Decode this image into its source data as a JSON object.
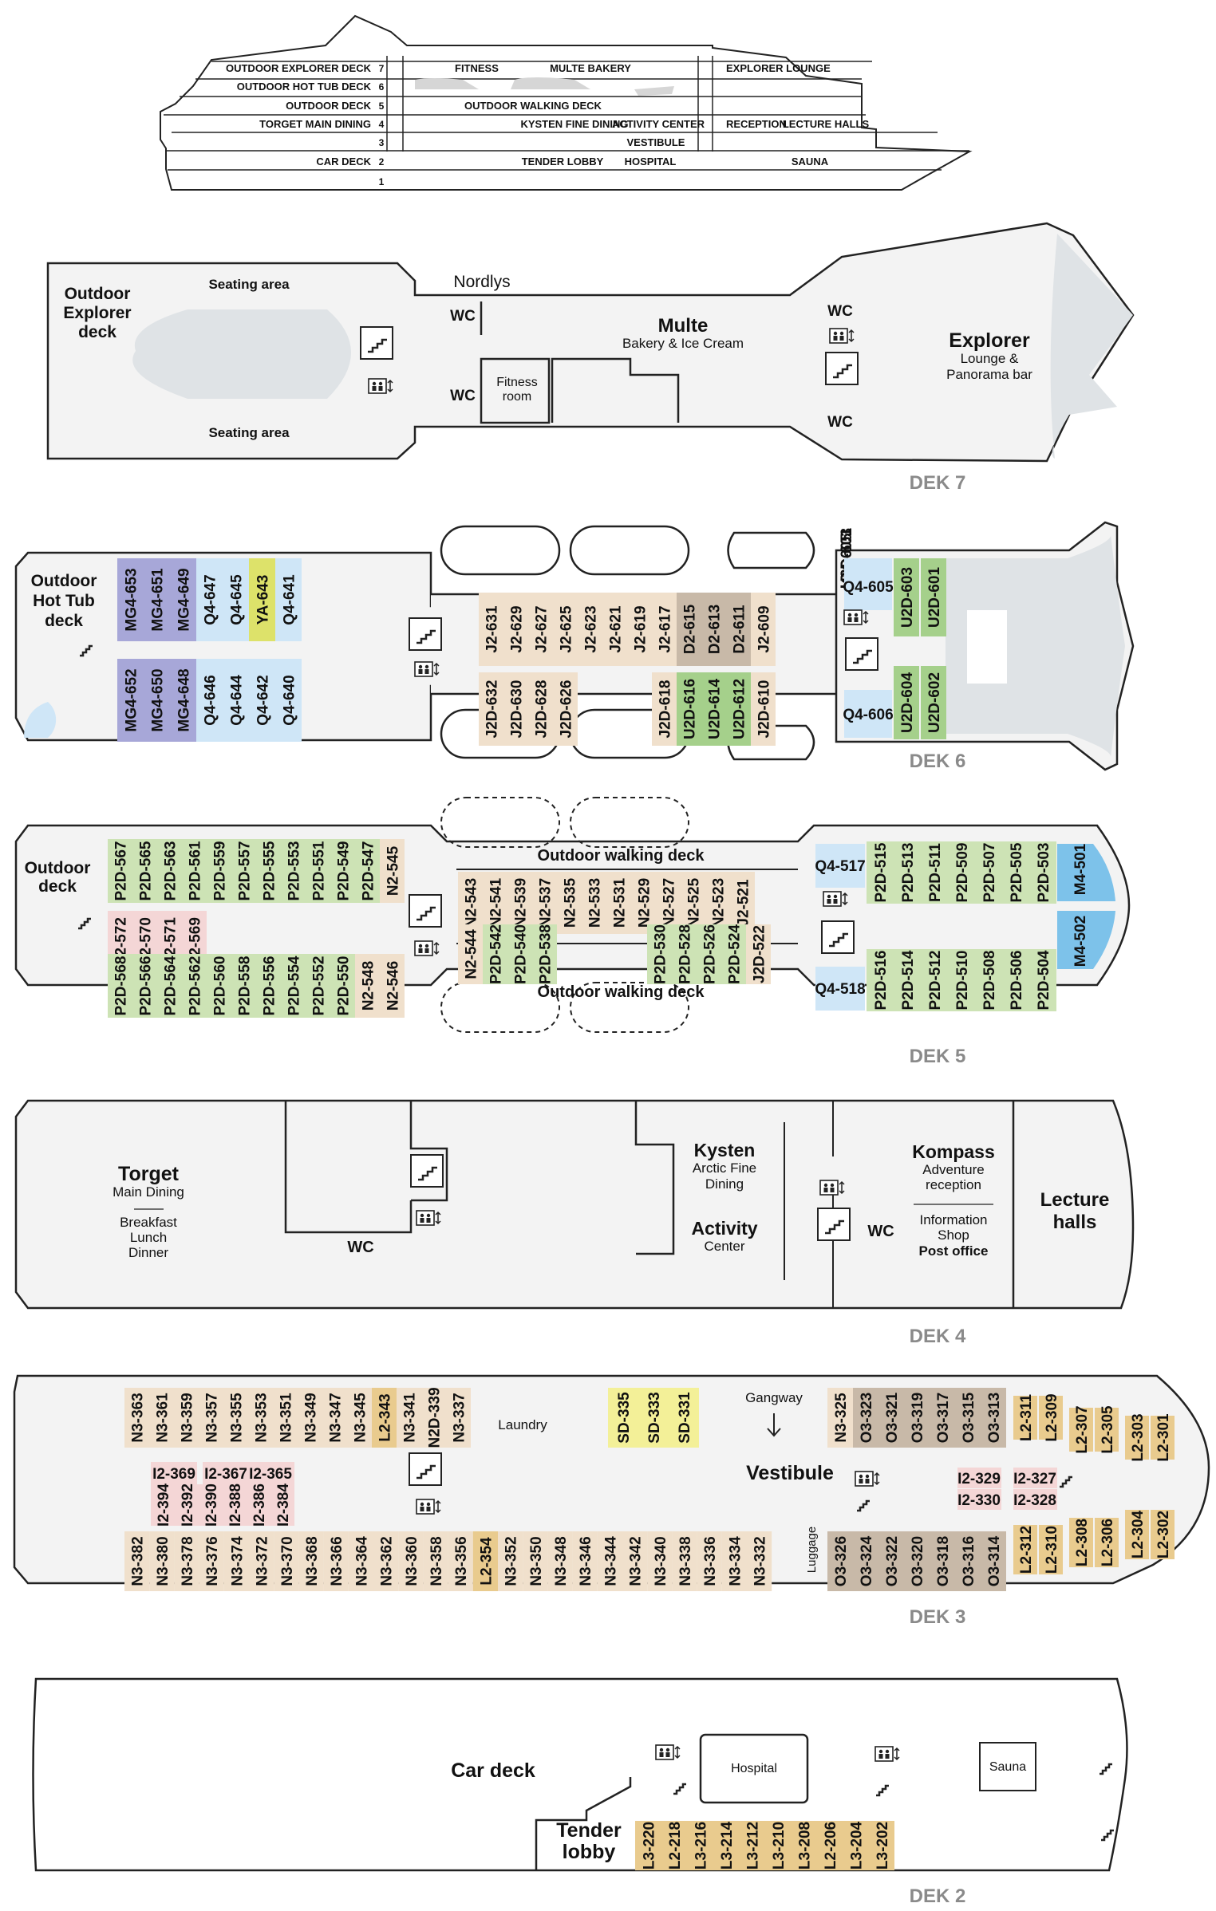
{
  "colors": {
    "ship_fill": "#f3f3f3",
    "ship_stroke": "#222222",
    "blue": "#cfe6f7",
    "blue_dark": "#7dc2ea",
    "purple": "#a7a7d8",
    "green": "#cde3b5",
    "green_dark": "#a5d08b",
    "pink": "#f4d6d6",
    "tan": "#f0e0cc",
    "yellow": "#f3f098",
    "lime": "#dde26a",
    "orange": "#e9cb8e",
    "brown": "#c8b9a8",
    "label_grey": "#8a8a8a"
  },
  "profile": {
    "decks": [
      {
        "number": "7",
        "left": "OUTDOOR EXPLORER DECK",
        "mid": [
          "FITNESS",
          "MULTE BAKERY"
        ],
        "right": [
          "EXPLORER LOUNGE"
        ]
      },
      {
        "number": "6",
        "left": "OUTDOOR HOT TUB DECK",
        "mid": [],
        "right": []
      },
      {
        "number": "5",
        "left": "OUTDOOR DECK",
        "mid": [
          "OUTDOOR WALKING DECK"
        ],
        "right": []
      },
      {
        "number": "4",
        "left": "TORGET MAIN DINING",
        "mid": [
          "KYSTEN FINE DINING",
          "ACTIVITY CENTER"
        ],
        "right": [
          "RECEPTION",
          "LECTURE HALLS"
        ]
      },
      {
        "number": "3",
        "left": "",
        "mid": [
          "VESTIBULE"
        ],
        "right": []
      },
      {
        "number": "2",
        "left": "CAR DECK",
        "mid": [
          "TENDER LOBBY",
          "HOSPITAL"
        ],
        "right": [
          "SAUNA"
        ]
      },
      {
        "number": "1",
        "left": "",
        "mid": [],
        "right": []
      }
    ]
  },
  "deck7": {
    "label": "DEK 7",
    "outdoor": [
      "Outdoor",
      "Explorer",
      "deck"
    ],
    "seating_top": "Seating area",
    "seating_bottom": "Seating area",
    "nordlys": "Nordlys",
    "wc": "WC",
    "fitness": [
      "Fitness",
      "room"
    ],
    "multe_title": "Multe",
    "multe_sub": "Bakery & Ice Cream",
    "explorer_title": "Explorer",
    "explorer_sub": [
      "Lounge &",
      "Panorama bar"
    ]
  },
  "deck6": {
    "label": "DEK 6",
    "outdoor": [
      "Outdoor",
      "Hot Tub",
      "deck"
    ],
    "cabins_top": [
      "MG4-653",
      "MG4-651",
      "MG4-649",
      "Q4-647",
      "Q4-645",
      "YA-643",
      "Q4-641"
    ],
    "cabins_bottom": [
      "MG4-652",
      "MG4-650",
      "MG4-648",
      "Q4-646",
      "Q4-644",
      "Q4-642",
      "Q4-640"
    ],
    "mid_top": [
      "J2-631",
      "J2-629",
      "J2-627",
      "J2-625",
      "J2-623",
      "J2-621",
      "J2-619",
      "J2-617",
      "D2-615",
      "D2-613",
      "D2-611",
      "J2-609"
    ],
    "mid_bottom_left": [
      "J2D-632",
      "J2D-630",
      "J2D-628",
      "J2D-626"
    ],
    "mid_bottom_right": [
      "J2D-618",
      "U2D-616",
      "U2D-614",
      "U2D-612",
      "J2D-610"
    ],
    "fwd_top": [
      "Q4-605",
      "U2D-603",
      "U2D-601"
    ],
    "fwd_bottom": [
      "Q4-606",
      "U2D-604",
      "U2D-602"
    ]
  },
  "deck5": {
    "label": "DEK 5",
    "outdoor": [
      "Outdoor",
      "deck"
    ],
    "walking_top": "Outdoor walking deck",
    "walking_bottom": "Outdoor walking deck",
    "aft_top": [
      "P2D-567",
      "P2D-565",
      "P2D-563",
      "P2D-561",
      "P2D-559",
      "P2D-557",
      "P2D-555",
      "P2D-553",
      "P2D-551",
      "P2D-549",
      "P2D-547",
      "N2-545"
    ],
    "aft_pink": [
      "I2-572",
      "I2-570",
      "I2-571",
      "I2-569"
    ],
    "aft_bottom": [
      "P2D-568",
      "P2D-566",
      "P2D-564",
      "P2D-562",
      "P2D-560",
      "P2D-558",
      "P2D-556",
      "P2D-554",
      "P2D-552",
      "P2D-550",
      "N2-548",
      "N2-546"
    ],
    "mid_top": [
      "N2-543",
      "N2-541",
      "N2-539",
      "N2-537",
      "N2-535",
      "N2-533",
      "N2-531",
      "N2-529",
      "N2-527",
      "N2-525",
      "N2-523",
      "J2-521"
    ],
    "mid_bottom_left": [
      "N2-544",
      "P2D-542",
      "P2D-540",
      "P2D-538"
    ],
    "mid_bottom_right": [
      "P2D-530",
      "P2D-528",
      "P2D-526",
      "P2D-524",
      "J2D-522"
    ],
    "fwd_q_top": "Q4-517",
    "fwd_q_bottom": "Q4-518",
    "fwd_top": [
      "P2D-515",
      "P2D-513",
      "P2D-511",
      "P2D-509",
      "P2D-507",
      "P2D-505",
      "P2D-503"
    ],
    "fwd_bottom": [
      "P2D-516",
      "P2D-514",
      "P2D-512",
      "P2D-510",
      "P2D-508",
      "P2D-506",
      "P2D-504"
    ],
    "fwd_m_top": "M4-501",
    "fwd_m_bottom": "M4-502"
  },
  "deck4": {
    "label": "DEK 4",
    "torget_title": "Torget",
    "torget_sub": "Main Dining",
    "torget_meals": [
      "Breakfast",
      "Lunch",
      "Dinner"
    ],
    "wc": "WC",
    "kysten_title": "Kysten",
    "kysten_sub": [
      "Arctic Fine",
      "Dining"
    ],
    "activity_title": "Activity",
    "activity_sub": "Center",
    "kompass_title": "Kompass",
    "kompass_sub": [
      "Adventure",
      "reception"
    ],
    "kompass_info": [
      "Information",
      "Shop",
      "Post office"
    ],
    "lecture": [
      "Lecture",
      "halls"
    ]
  },
  "deck3": {
    "label": "DEK 3",
    "laundry": "Laundry",
    "gangway": "Gangway",
    "vestibule": "Vestibule",
    "luggage": "Luggage",
    "aft_top": [
      "N3-363",
      "N3-361",
      "N3-359",
      "N3-357",
      "N3-355",
      "N3-353",
      "N3-351",
      "N3-349",
      "N3-347",
      "N3-345",
      "L2-343",
      "N3-341",
      "N2D-339",
      "N3-337"
    ],
    "aft_pink_top": [
      "I2-369",
      "I2-367",
      "I2-365"
    ],
    "aft_pink_bottom": [
      "I2-394",
      "I2-392",
      "I2-390",
      "I2-388",
      "I2-386",
      "I2-384"
    ],
    "sd": [
      "SD-335",
      "SD-333",
      "SD-331"
    ],
    "bottom_row": [
      "N3-382",
      "N3-380",
      "N3-378",
      "N3-376",
      "N3-374",
      "N3-372",
      "N3-370",
      "N3-368",
      "N3-366",
      "N3-364",
      "N3-362",
      "N3-360",
      "N3-358",
      "N3-356",
      "L2-354",
      "N3-352",
      "N3-350",
      "N3-348",
      "N3-346",
      "N3-344",
      "N3-342",
      "N3-340",
      "N3-338",
      "N3-336",
      "N3-334",
      "N3-332"
    ],
    "fwd_top": [
      "N3-325",
      "O3-323",
      "O3-321",
      "O3-319",
      "O3-317",
      "O3-315",
      "O3-313"
    ],
    "fwd_bottom": [
      "O3-326",
      "O3-324",
      "O3-322",
      "O3-320",
      "O3-318",
      "O3-316",
      "O3-314"
    ],
    "pink_right": [
      "I2-329",
      "I2-330",
      "I2-327",
      "I2-328"
    ],
    "bow_top": [
      "L2-311",
      "L2-309",
      "L2-307",
      "L2-305",
      "L2-303",
      "L2-301"
    ],
    "bow_bottom": [
      "L2-312",
      "L2-310",
      "L2-308",
      "L2-306",
      "L2-304",
      "L2-302"
    ]
  },
  "deck2": {
    "label": "DEK 2",
    "car_deck": "Car deck",
    "tender": [
      "Tender",
      "lobby"
    ],
    "hospital": "Hospital",
    "sauna": "Sauna",
    "cabins": [
      "L3-220",
      "L2-218",
      "L3-216",
      "L3-214",
      "L3-212",
      "L3-210",
      "L3-208",
      "L2-206",
      "L3-204",
      "L3-202"
    ]
  }
}
